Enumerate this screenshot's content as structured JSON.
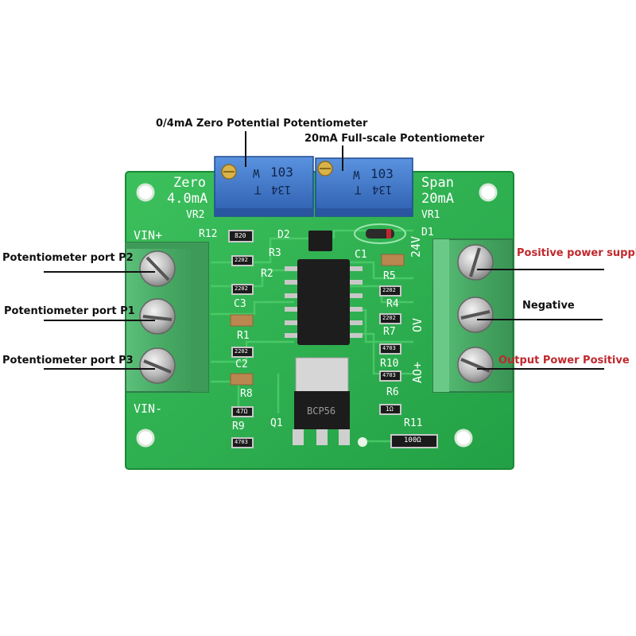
{
  "annotations": {
    "zero_pot": "0/4mA Zero Potential Potentiometer",
    "span_pot": "20mA Full-scale Potentiometer",
    "port_p2": "Potentiometer port P2",
    "port_p1": "Potentiometer port P1",
    "port_p3": "Potentiometer port P3",
    "pos_supply": "Positive power supply",
    "negative": "Negative",
    "out_pos": "Output Power Positive"
  },
  "silkscreen": {
    "zero": "Zero",
    "zero_val": "4.0mA",
    "vr2": "VR2",
    "span": "Span",
    "span_val": "20mA",
    "vr1": "VR1",
    "d1": "D1",
    "r12": "R12",
    "d2": "D2",
    "r3": "R3",
    "r2": "R2",
    "c1": "C1",
    "c3": "C3",
    "r1": "R1",
    "c2": "C2",
    "r8": "R8",
    "q1": "Q1",
    "r9": "R9",
    "r5": "R5",
    "r4": "R4",
    "r7": "R7",
    "r10": "R10",
    "r6": "R6",
    "r11": "R11",
    "vin_plus": "VIN+",
    "vin_minus": "VIN-",
    "v24": "24V",
    "ov": "OV",
    "ao_plus": "AO+",
    "bcp56": "BCP56",
    "pot_code": "103",
    "pot_code2": "134",
    "pot_w": "W",
    "pot_t": "T",
    "res_r12": "820",
    "res_small": "2202",
    "res_r8": "47Ω",
    "res_r9": "4703",
    "res_r7": "4703",
    "res_r10": "4703",
    "res_r6": "1Ω",
    "res_r11": "100Ω"
  },
  "colors": {
    "board": "#2fb04f",
    "board_dark": "#1f8f3c",
    "terminal": "#4caf6a",
    "pot_blue": "#3a72c9",
    "red_label": "#c0282d",
    "black_label": "#111111"
  }
}
